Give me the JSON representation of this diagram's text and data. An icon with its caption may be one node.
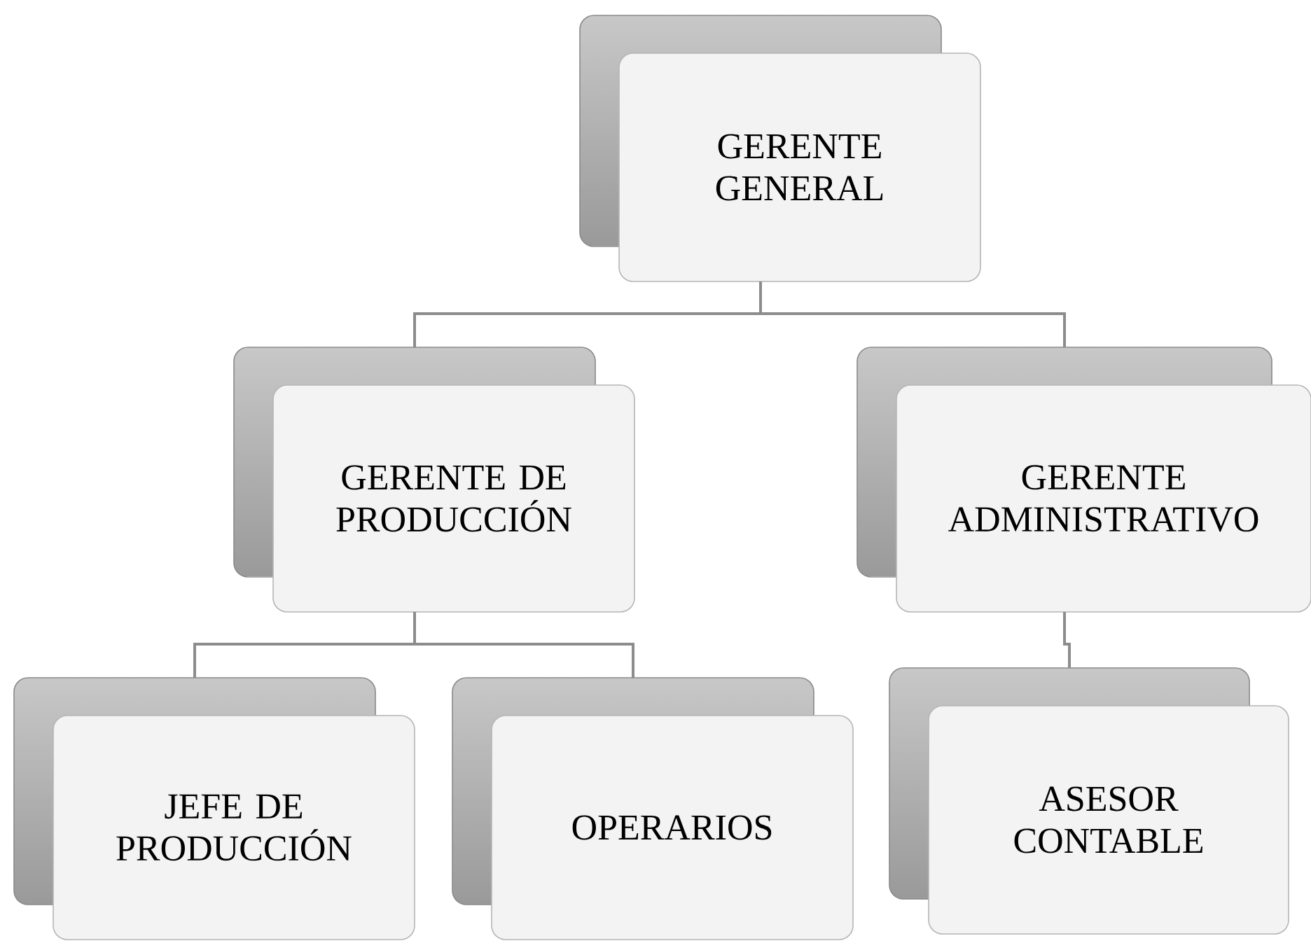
{
  "diagram": {
    "nodes": [
      {
        "text": [
          "GERENTE GENERAL"
        ]
      },
      {
        "text": [
          "GERENTE DE PRODUCCIÓN"
        ]
      },
      {
        "text": [
          "GERENTE ADMINISTRATIVO"
        ]
      },
      {
        "text": [
          "JEFE DE PRODUCCIÓN"
        ]
      },
      {
        "text": [
          "OPERARIOS"
        ]
      },
      {
        "text": [
          "ASESOR CONTABLE"
        ]
      }
    ],
    "edges": [
      {
        "from": 0,
        "to": 1,
        "arrow": "none"
      },
      {
        "from": 0,
        "to": 2,
        "arrow": "none"
      },
      {
        "from": 1,
        "to": 3,
        "arrow": "none"
      },
      {
        "from": 1,
        "to": 4,
        "arrow": "none"
      },
      {
        "from": 2,
        "to": 5,
        "arrow": "none"
      }
    ]
  }
}
